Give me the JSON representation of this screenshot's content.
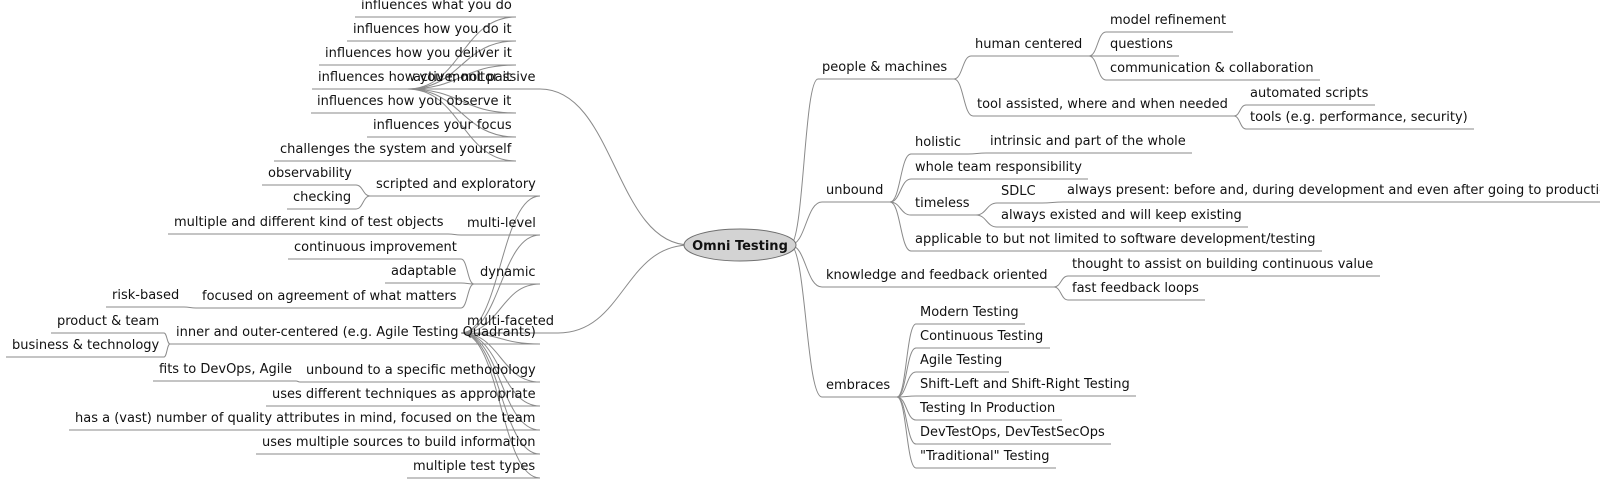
{
  "root": "Omni Testing",
  "colors": {
    "line": "#8a8a8a",
    "text": "#111111",
    "center_fill": "#d3d3d3",
    "center_stroke": "#707070"
  },
  "nodes": [
    {
      "id": "active",
      "text": "active; not passive"
    },
    {
      "id": "a1",
      "text": "influences what you do"
    },
    {
      "id": "a2",
      "text": "influences how you do it"
    },
    {
      "id": "a3",
      "text": "influences how you deliver it"
    },
    {
      "id": "a4",
      "text": "influences how you monitor it"
    },
    {
      "id": "a5",
      "text": "influences how you observe it"
    },
    {
      "id": "a6",
      "text": "influences your focus"
    },
    {
      "id": "a7",
      "text": "challenges the system and yourself"
    },
    {
      "id": "mf",
      "text": "multi-faceted"
    },
    {
      "id": "se",
      "text": "scripted and exploratory"
    },
    {
      "id": "se1",
      "text": "observability"
    },
    {
      "id": "se2",
      "text": "checking"
    },
    {
      "id": "ml",
      "text": "multi-level"
    },
    {
      "id": "ml1",
      "text": "multiple and different kind of test objects"
    },
    {
      "id": "dy",
      "text": "dynamic"
    },
    {
      "id": "dy1",
      "text": "continuous improvement"
    },
    {
      "id": "dy2",
      "text": "adaptable"
    },
    {
      "id": "dy3",
      "text": "focused on agreement of what matters"
    },
    {
      "id": "dy3a",
      "text": "risk-based"
    },
    {
      "id": "io",
      "text": "inner and outer-centered (e.g. Agile Testing Quadrants)"
    },
    {
      "id": "io1",
      "text": "product & team"
    },
    {
      "id": "io2",
      "text": "business & technology"
    },
    {
      "id": "ub",
      "text": "unbound to a specific methodology"
    },
    {
      "id": "ub1",
      "text": "fits to DevOps, Agile"
    },
    {
      "id": "ud",
      "text": "uses different techniques as appropriate"
    },
    {
      "id": "hv",
      "text": "has a (vast) number of quality attributes in mind, focused on the team"
    },
    {
      "id": "um",
      "text": "uses multiple sources to build information"
    },
    {
      "id": "mt",
      "text": "multiple test types"
    },
    {
      "id": "pm",
      "text": "people & machines"
    },
    {
      "id": "hc",
      "text": "human centered"
    },
    {
      "id": "hc1",
      "text": "model refinement"
    },
    {
      "id": "hc2",
      "text": "questions"
    },
    {
      "id": "hc3",
      "text": "communication & collaboration"
    },
    {
      "id": "ta",
      "text": "tool assisted, where and when needed"
    },
    {
      "id": "ta1",
      "text": "automated scripts"
    },
    {
      "id": "ta2",
      "text": "tools (e.g. performance, security)"
    },
    {
      "id": "unb",
      "text": "unbound"
    },
    {
      "id": "ho",
      "text": "holistic"
    },
    {
      "id": "ho1",
      "text": "intrinsic and part of the whole"
    },
    {
      "id": "wt",
      "text": "whole team responsibility"
    },
    {
      "id": "ti",
      "text": "timeless"
    },
    {
      "id": "sd",
      "text": "SDLC"
    },
    {
      "id": "sd1",
      "text": "always present: before and, during development and even after going to production"
    },
    {
      "id": "ti2",
      "text": "always existed and will keep existing"
    },
    {
      "id": "ap",
      "text": "applicable to but not limited to software development/testing"
    },
    {
      "id": "kf",
      "text": "knowledge and feedback oriented"
    },
    {
      "id": "kf1",
      "text": "thought to assist on  building continuous value"
    },
    {
      "id": "kf2",
      "text": "fast feedback loops"
    },
    {
      "id": "em",
      "text": "embraces"
    },
    {
      "id": "em1",
      "text": "Modern Testing"
    },
    {
      "id": "em2",
      "text": "Continuous Testing"
    },
    {
      "id": "em3",
      "text": "Agile Testing"
    },
    {
      "id": "em4",
      "text": "Shift-Left and Shift-Right Testing"
    },
    {
      "id": "em5",
      "text": "Testing In Production"
    },
    {
      "id": "em6",
      "text": "DevTestOps, DevTestSecOps"
    },
    {
      "id": "em7",
      "text": "\"Traditional\" Testing"
    }
  ]
}
